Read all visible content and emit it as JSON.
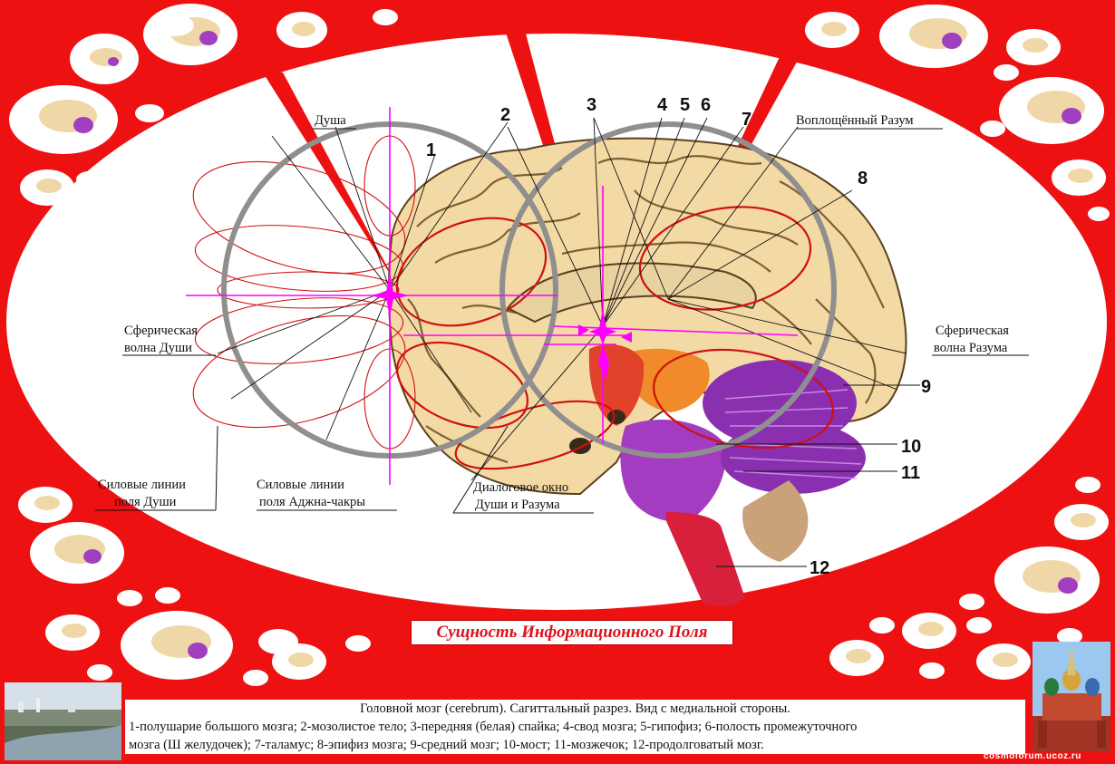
{
  "labels": {
    "dusha": "Душа",
    "voploshenny": "Воплощённый Разум",
    "sfer_dushi_1": "Сферическая",
    "sfer_dushi_2": "волна Души",
    "sfer_razuma_1": "Сферическая",
    "sfer_razuma_2": "волна Разума",
    "silovye_dushi_1": "Силовые линии",
    "silovye_dushi_2": "поля Души",
    "silovye_adzhna_1": "Силовые линии",
    "silovye_adzhna_2": "поля Аджна-чакры",
    "dialog_1": "Диалоговое окно",
    "dialog_2": "Души и Разума"
  },
  "numbers": [
    "1",
    "2",
    "3",
    "4",
    "5",
    "6",
    "7",
    "8",
    "9",
    "10",
    "11",
    "12"
  ],
  "title": "Сущность Информационного Поля",
  "caption": {
    "line1": "Головной мозг (cerebrum). Сагиттальный разрез. Вид с медиальной стороны.",
    "line2": "1-полушарие большого мозга; 2-мозолистое тело; 3-передняя (белая) спайка; 4-свод мозга; 5-гипофиз; 6-полость промежуточного",
    "line3": "мозга (Ш желудочек); 7-таламус; 8-эпифиз мозга; 9-средний мозг; 10-мост; 11-мозжечок; 12-продолговатый мозг."
  },
  "site": "cosmoforum.ucoz.ru",
  "colors": {
    "background": "#ee1111",
    "brain": "#f3d9a4",
    "cerebellum": "#8a2fb0",
    "stem": "#d81f3c",
    "circle": "#8f8f8f",
    "magenta": "#ff00ff",
    "fieldline": "#d01010"
  }
}
